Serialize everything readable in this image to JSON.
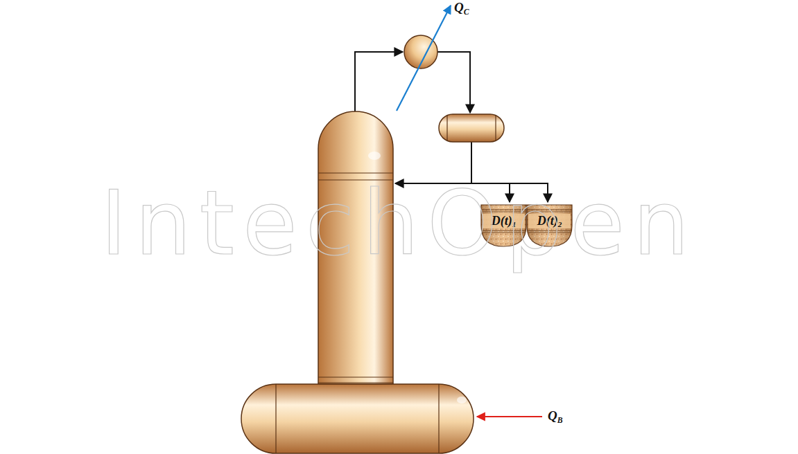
{
  "diagram": {
    "nodes": [
      {
        "text": [
          "D(t)1"
        ]
      },
      {
        "text": [
          "D(t)2"
        ]
      }
    ],
    "labels": [
      "QC",
      "QB",
      "IntechOpen"
    ]
  }
}
